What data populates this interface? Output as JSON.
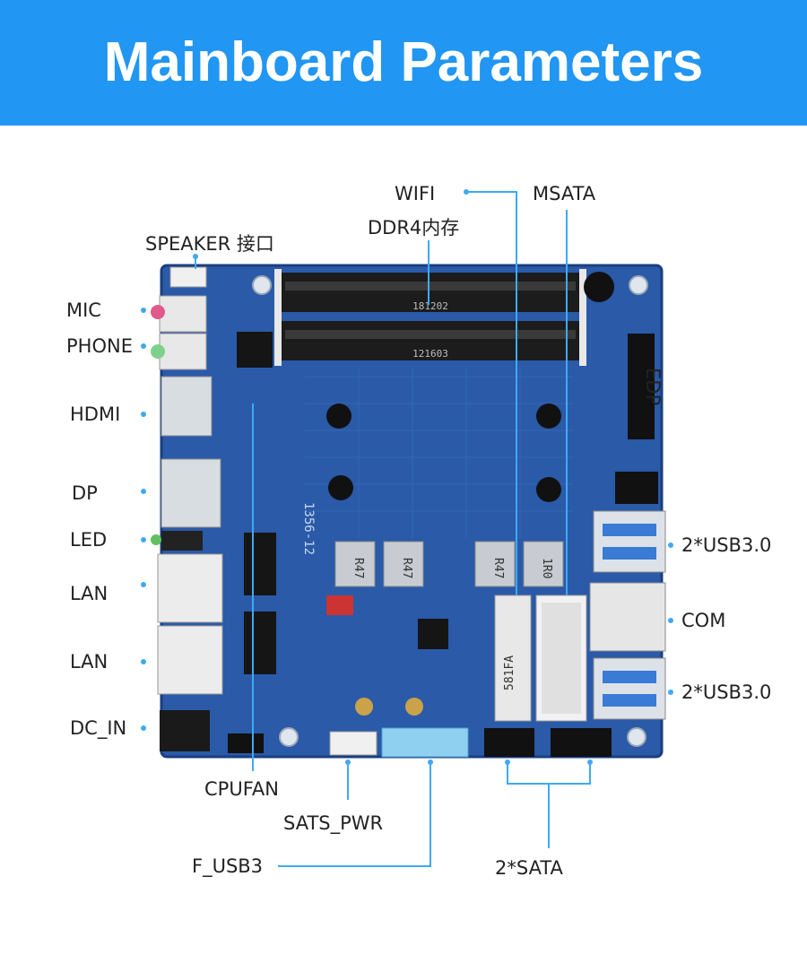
{
  "header": {
    "title": "Mainboard Parameters"
  },
  "colors": {
    "header_bg": "#2196f3",
    "board": "#2a5aa8",
    "leader_line": "#3fa9f5"
  },
  "labels": {
    "wifi": "WIFI",
    "msata": "MSATA",
    "ddr4": "DDR4内存",
    "speaker": "SPEAKER 接口",
    "mic": "MIC",
    "phone": "PHONE",
    "hdmi": "HDMI",
    "dp": "DP",
    "led": "LED",
    "lan1": "LAN",
    "lan2": "LAN",
    "dc_in": "DC_IN",
    "edp": "EDP",
    "usb3_top": "2*USB3.0",
    "com": "COM",
    "usb3_bottom": "2*USB3.0",
    "cpufan": "CPUFAN",
    "sats_pwr": "SATS_PWR",
    "f_usb3": "F_USB3",
    "sata": "2*SATA"
  },
  "board_marks": {
    "ram_top": "181202",
    "ram_bottom": "121603",
    "model": "1356-12",
    "inductor": "R47",
    "inductor_alt": "1R0",
    "msata_card": "581FA"
  }
}
